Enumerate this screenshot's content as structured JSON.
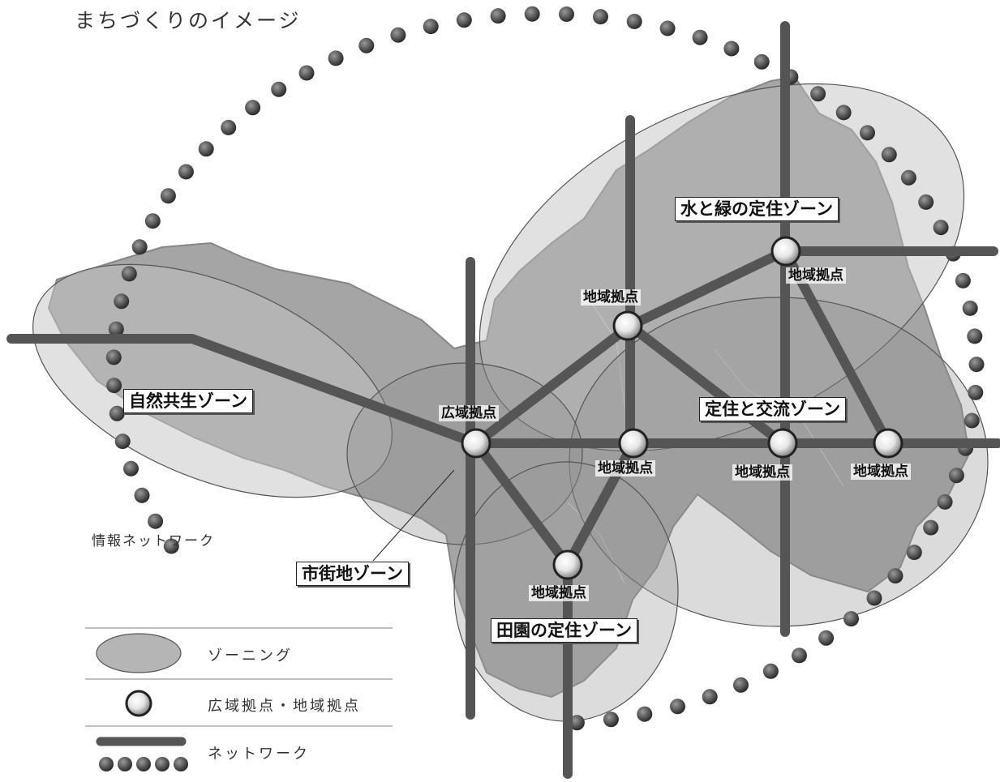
{
  "title": "まちづくりのイメージ",
  "zones": {
    "nature": "自然共生ゾーン",
    "water_green": "水と緑の定住ゾーン",
    "settlement_exchange": "定住と交流ゾーン",
    "urban": "市街地ゾーン",
    "rural": "田園の定住ゾーン"
  },
  "nodes": {
    "wide_area": "広域拠点",
    "local_center": "地域拠点",
    "local_east": "地域拠点",
    "local_mid": "地域拠点",
    "local_east2": "地域拠点",
    "local_far_east": "地域拠点",
    "local_south": "地域拠点"
  },
  "info_network": "情報ネットワーク",
  "legend": {
    "zoning": "ゾーニング",
    "hubs": "広域拠点・地域拠点",
    "network": "ネットワーク"
  },
  "colors": {
    "zone_fill": "#a9a9a9",
    "road": "#555555",
    "dots": "#3a3a3a"
  }
}
